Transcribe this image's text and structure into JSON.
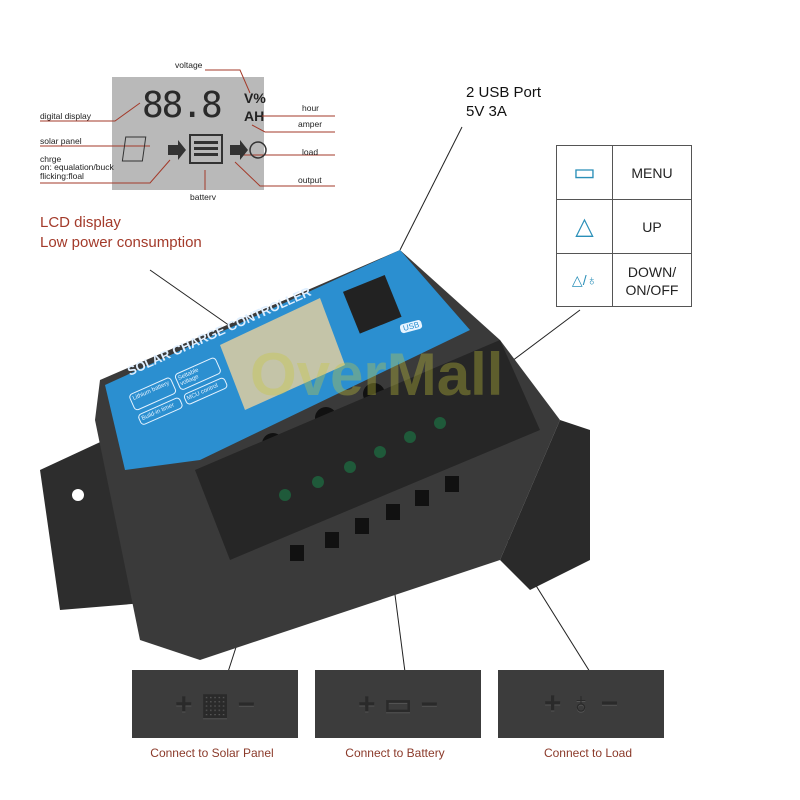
{
  "lcd_diagram": {
    "digits": "88.8",
    "unit_top": "V%",
    "unit_bottom": "AH",
    "labels": {
      "voltage": "voltage",
      "digital_display": "digital display",
      "solar_panel": "solar panel",
      "charge_line1": "chrge",
      "charge_line2": "on: equalation/buck",
      "charge_line3": "flicking:floal",
      "battery": "batterv",
      "hour": "hour",
      "amper": "amper",
      "load": "load",
      "output": "output"
    }
  },
  "lcd_feature": {
    "line1": "LCD display",
    "line2": "Low power consumption"
  },
  "usb": {
    "line1": "2 USB Port",
    "line2": "5V 3A"
  },
  "keys": [
    {
      "icon": "menu-icon",
      "label": "MENU"
    },
    {
      "icon": "up-icon",
      "label": "UP"
    },
    {
      "icon": "down-bulb-icon",
      "label": "DOWN/\nON/OFF"
    }
  ],
  "device": {
    "title": "SOLAR CHARGE CONTROLLER",
    "features": [
      "Lithium battery",
      "Settable voltage",
      "Build-in timer",
      "MCU control"
    ],
    "usb_badge": "USB",
    "watermark": "OverMall"
  },
  "connections": [
    {
      "symbol": "+ ▦ −",
      "caption": "Connect to Solar Panel"
    },
    {
      "symbol": "+ ▭ −",
      "caption": "Connect to Battery"
    },
    {
      "symbol": "+ ♁ −",
      "caption": "Connect to Load"
    }
  ],
  "colors": {
    "accent_red": "#a33a2a",
    "device_blue": "#2b8fd0",
    "key_blue": "#2a8fb8"
  }
}
